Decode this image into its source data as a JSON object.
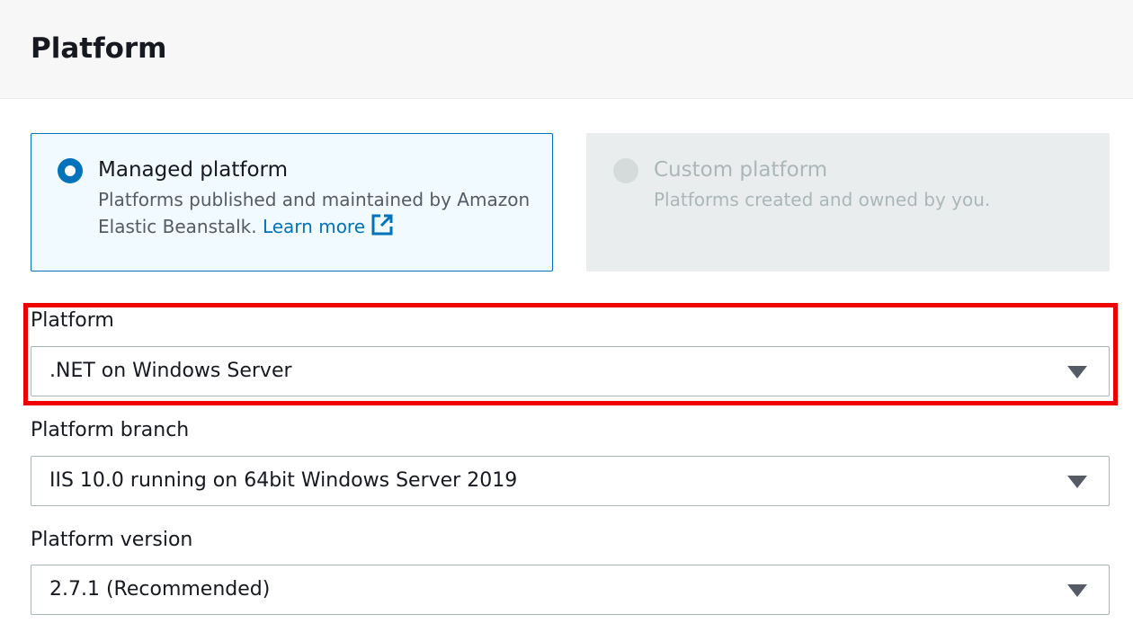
{
  "section": {
    "title": "Platform"
  },
  "tiles": {
    "managed": {
      "title": "Managed platform",
      "description": "Platforms published and maintained by Amazon Elastic Beanstalk.",
      "link": "Learn more",
      "selected": true
    },
    "custom": {
      "title": "Custom platform",
      "description": "Platforms created and owned by you.",
      "selected": false,
      "disabled": true
    }
  },
  "fields": {
    "platform": {
      "label": "Platform",
      "value": ".NET on Windows Server"
    },
    "branch": {
      "label": "Platform branch",
      "value": "IIS 10.0 running on 64bit Windows Server 2019"
    },
    "version": {
      "label": "Platform version",
      "value": "2.7.1 (Recommended)"
    }
  },
  "colors": {
    "accent": "#0073bb",
    "highlight": "#ee0000",
    "disabled": "#aab7b8"
  }
}
